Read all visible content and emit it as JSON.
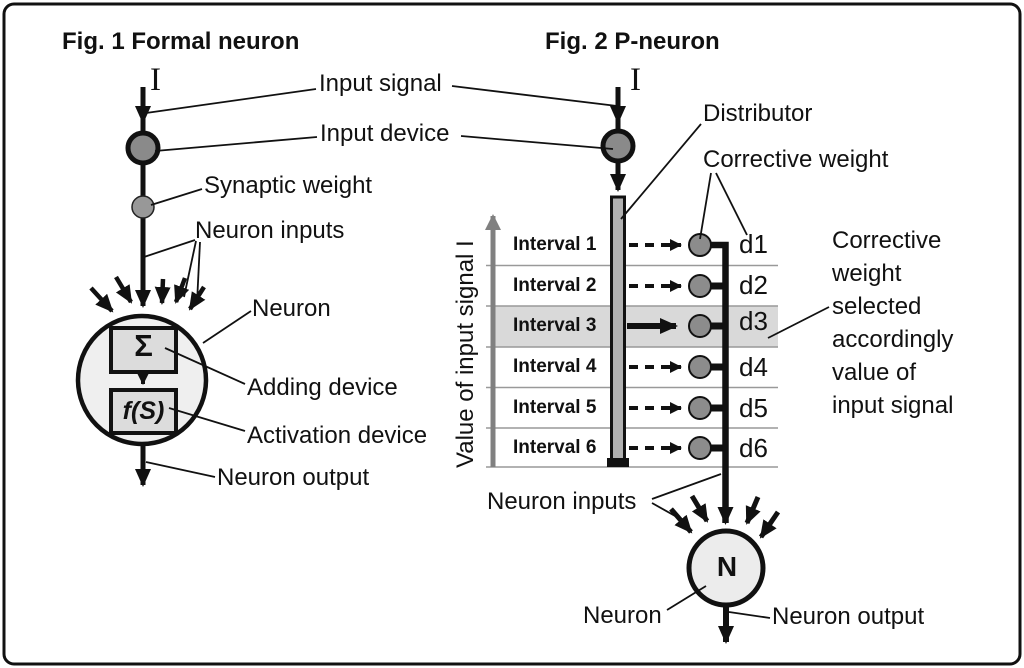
{
  "fig1": {
    "title": "Fig. 1 Formal neuron",
    "input_symbol": "I",
    "sum_symbol": "Σ",
    "activation_symbol": "f(S)",
    "labels": {
      "input_signal": "Input signal",
      "input_device": "Input device",
      "synaptic_weight": "Synaptic weight",
      "neuron_inputs": "Neuron inputs",
      "neuron": "Neuron",
      "adding_device": "Adding device",
      "activation_device": "Activation device",
      "neuron_output": "Neuron output"
    }
  },
  "fig2": {
    "title": "Fig. 2 P-neuron",
    "input_symbol": "I",
    "neuron_symbol": "N",
    "axis_label": "Value of input signal I",
    "labels": {
      "distributor": "Distributor",
      "corrective_weight": "Corrective weight",
      "neuron_inputs": "Neuron inputs",
      "neuron": "Neuron",
      "neuron_output": "Neuron output"
    },
    "note_lines": [
      "Corrective",
      "weight",
      "selected",
      "accordingly",
      "value of",
      "input signal"
    ],
    "intervals": [
      {
        "label": "Interval 1",
        "weight_id": "d1",
        "selected": false
      },
      {
        "label": "Interval 2",
        "weight_id": "d2",
        "selected": false
      },
      {
        "label": "Interval 3",
        "weight_id": "d3",
        "selected": true
      },
      {
        "label": "Interval 4",
        "weight_id": "d4",
        "selected": false
      },
      {
        "label": "Interval 5",
        "weight_id": "d5",
        "selected": false
      },
      {
        "label": "Interval 6",
        "weight_id": "d6",
        "selected": false
      }
    ]
  },
  "colors": {
    "line": "#111111",
    "row_highlight": "#d9d9d9",
    "weight_circle_fill": "#8c8c8c",
    "input_device_fill": "#8a8a8a",
    "neuron_fill": "#efefef",
    "device_box_fill": "#dcdcdc",
    "distributor_fill": "#b0b0b0",
    "axis_arrow": "#808080",
    "separator": "#999999"
  }
}
